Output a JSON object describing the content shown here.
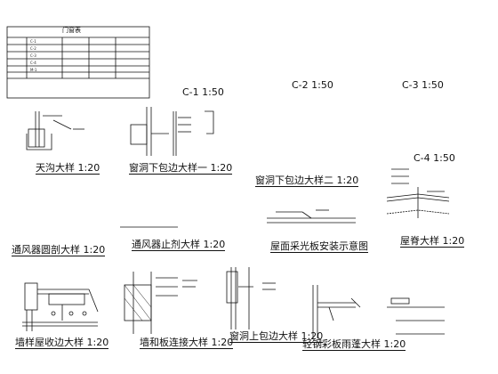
{
  "schedule": {
    "title": "门窗表",
    "rows": [
      [
        "C-1",
        "",
        "",
        ""
      ],
      [
        "C-2",
        "",
        "",
        ""
      ],
      [
        "C-3",
        "",
        "",
        ""
      ],
      [
        "C-4",
        "",
        "",
        ""
      ],
      [
        "M-1",
        "",
        "",
        ""
      ]
    ]
  },
  "window_types": {
    "c1": "C-1",
    "c2": "C-2",
    "c3": "C-3",
    "c4": "C-4",
    "scale": "1:50"
  },
  "details": {
    "d1": "天沟大样",
    "d2": "窗洞下包边大样一",
    "d3": "窗洞下包边大样二",
    "d4": "通风器圆剖大样",
    "d5": "通风器止剂大样",
    "d6": "屋面采光板安装示意图",
    "d7": "屋脊大样",
    "d8": "墙样屋收边大样",
    "d9": "墙和板连接大样",
    "d10": "窗洞上包边大样",
    "d11": "轻钢彩板雨蓬大样",
    "scale": "1:20"
  }
}
